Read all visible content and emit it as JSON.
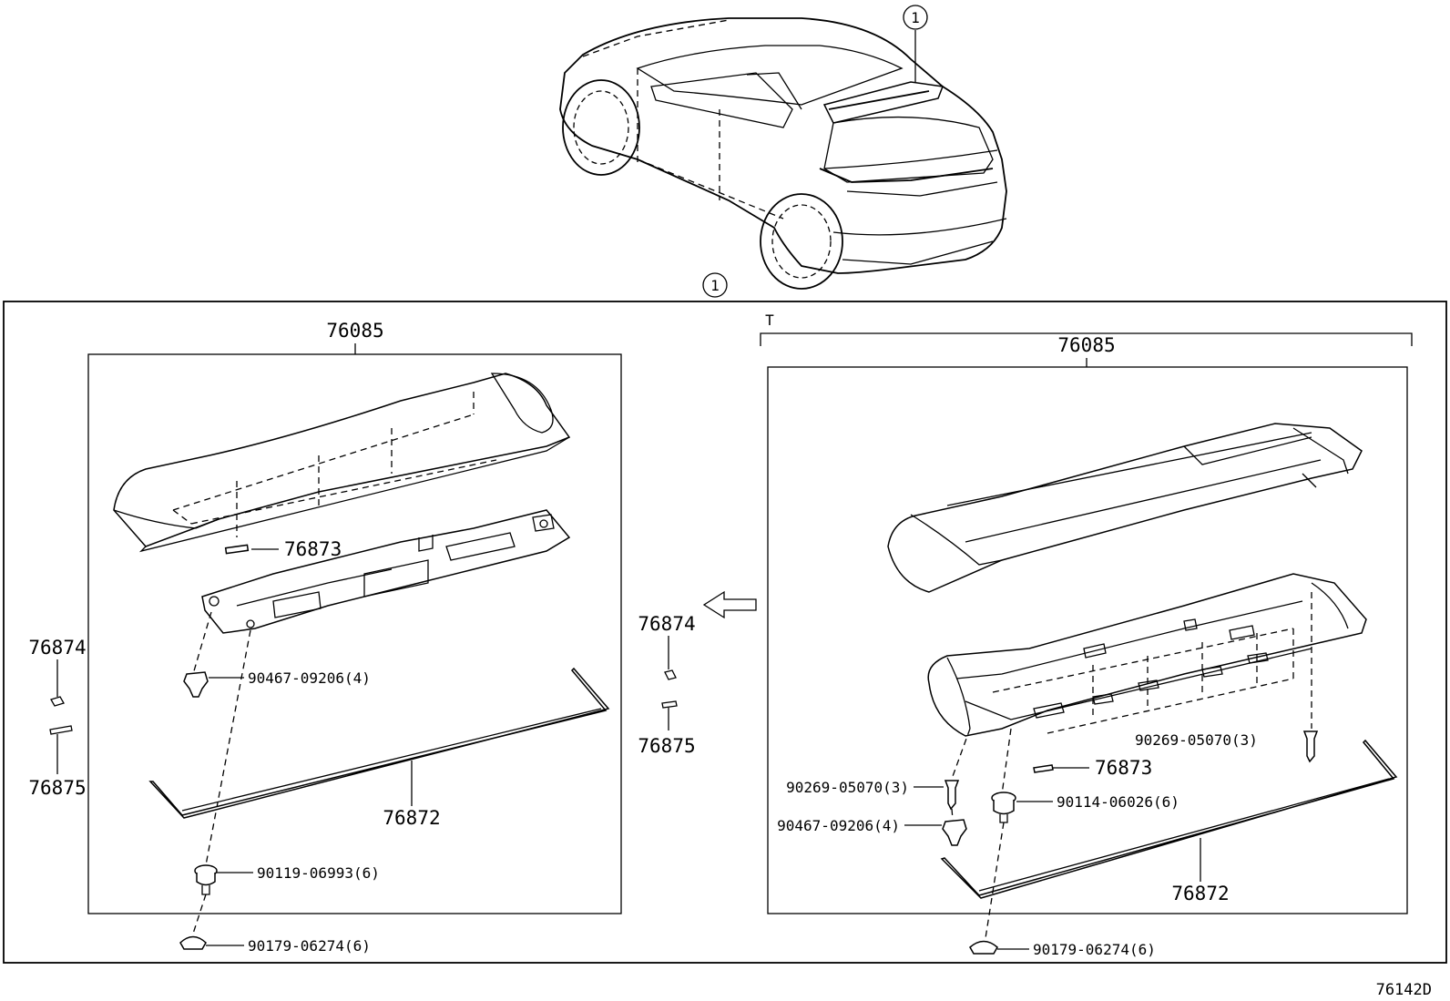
{
  "callout": {
    "number": "1"
  },
  "corner_ref": "76142D",
  "left_panel": {
    "assembly": "76085",
    "parts": {
      "cover": "76873",
      "seal_top": "76874",
      "seal_bottom": "76875",
      "clip": "90467-09206(4)",
      "weatherstrip": "76872",
      "nut": "90119-06993(6)",
      "cap": "90179-06274(6)"
    }
  },
  "middle": {
    "seal_top": "76874",
    "seal_bottom": "76875"
  },
  "right_panel": {
    "marker": "T",
    "assembly": "76085",
    "parts": {
      "screw_right": "90269-05070(3)",
      "cover": "76873",
      "screw_left": "90269-05070(3)",
      "nut": "90114-06026(6)",
      "clip": "90467-09206(4)",
      "weatherstrip": "76872",
      "cap": "90179-06274(6)"
    }
  }
}
